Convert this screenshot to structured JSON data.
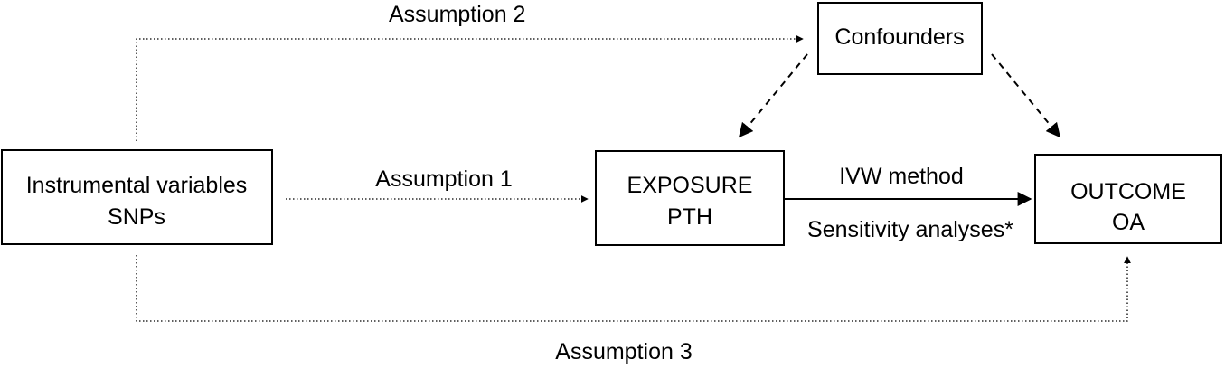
{
  "nodes": {
    "instrumental": {
      "line1": "Instrumental variables",
      "line2": "SNPs"
    },
    "exposure": {
      "line1": "EXPOSURE",
      "line2": "PTH"
    },
    "outcome": {
      "line1": "OUTCOME",
      "line2": "OA"
    },
    "confounders": {
      "label": "Confounders"
    }
  },
  "edges": {
    "assumption1": "Assumption 1",
    "assumption2": "Assumption 2",
    "assumption3": "Assumption 3",
    "ivw_method": "IVW method",
    "sensitivity": "Sensitivity analyses*"
  }
}
